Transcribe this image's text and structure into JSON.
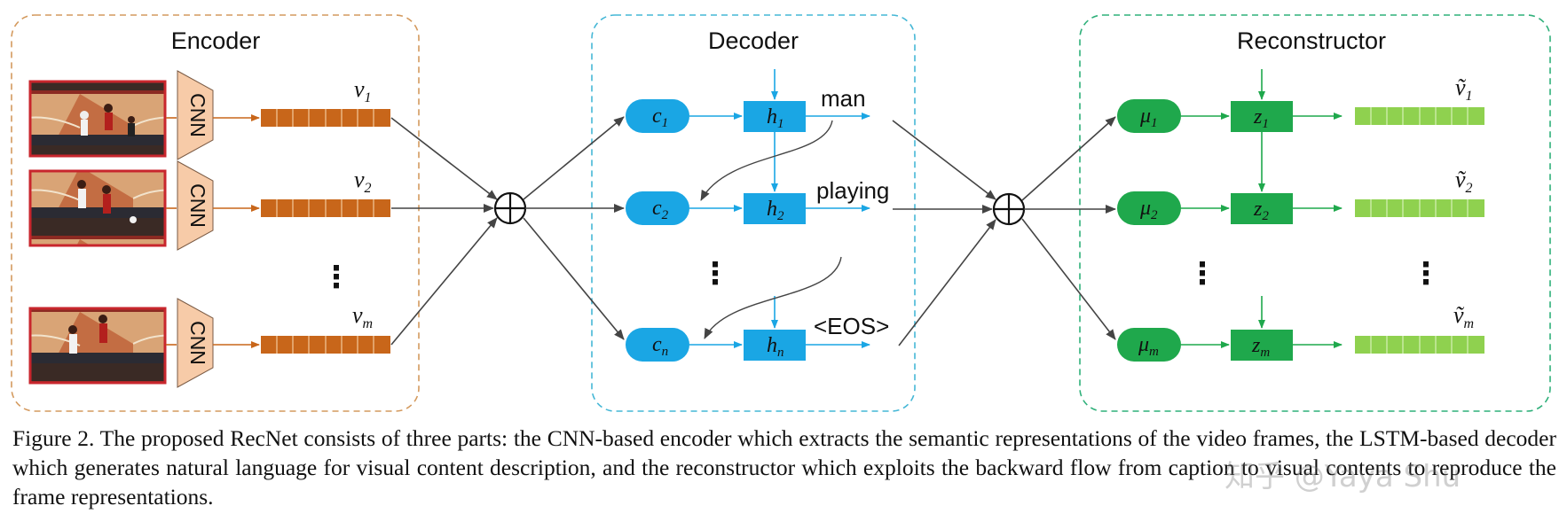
{
  "colors": {
    "encoder_border": "#d49a5e",
    "decoder_border": "#45b7d6",
    "reconstructor_border": "#2fb07a",
    "feature_orange": "#c8661a",
    "cnn_fill": "#f7cba8",
    "decoder_blue": "#1aa6e4",
    "recon_green": "#1fa84c",
    "feature_green": "#8fd14f",
    "frame_border": "#c8262d"
  },
  "encoder": {
    "title": "Encoder",
    "cnn_label": "CNN",
    "features": [
      {
        "sym": "v",
        "sub": "1"
      },
      {
        "sym": "v",
        "sub": "2"
      },
      {
        "sym": "v",
        "sub": "m"
      }
    ],
    "ellipsis": "⋮"
  },
  "decoder": {
    "title": "Decoder",
    "contexts": [
      {
        "sym": "c",
        "sub": "1"
      },
      {
        "sym": "c",
        "sub": "2"
      },
      {
        "sym": "c",
        "sub": "n"
      }
    ],
    "hidden": [
      {
        "sym": "h",
        "sub": "1"
      },
      {
        "sym": "h",
        "sub": "2"
      },
      {
        "sym": "h",
        "sub": "n"
      }
    ],
    "words": [
      "man",
      "playing",
      "<EOS>"
    ],
    "ellipsis": "⋮"
  },
  "reconstructor": {
    "title": "Reconstructor",
    "mus": [
      {
        "sym": "μ",
        "sub": "1"
      },
      {
        "sym": "μ",
        "sub": "2"
      },
      {
        "sym": "μ",
        "sub": "m"
      }
    ],
    "zs": [
      {
        "sym": "z",
        "sub": "1"
      },
      {
        "sym": "z",
        "sub": "2"
      },
      {
        "sym": "z",
        "sub": "m"
      }
    ],
    "outputs": [
      {
        "sym": "ṽ",
        "sub": "1"
      },
      {
        "sym": "ṽ",
        "sub": "2"
      },
      {
        "sym": "ṽ",
        "sub": "m"
      }
    ],
    "ellipsis": "⋮"
  },
  "caption": "Figure 2. The proposed RecNet consists of three parts: the CNN-based encoder which extracts the semantic representations of the video frames, the LSTM-based decoder which generates natural language for visual content description, and the reconstructor which exploits the backward flow from caption to visual contents to reproduce the frame representations.",
  "watermark": "知乎 @Yaya Shu"
}
